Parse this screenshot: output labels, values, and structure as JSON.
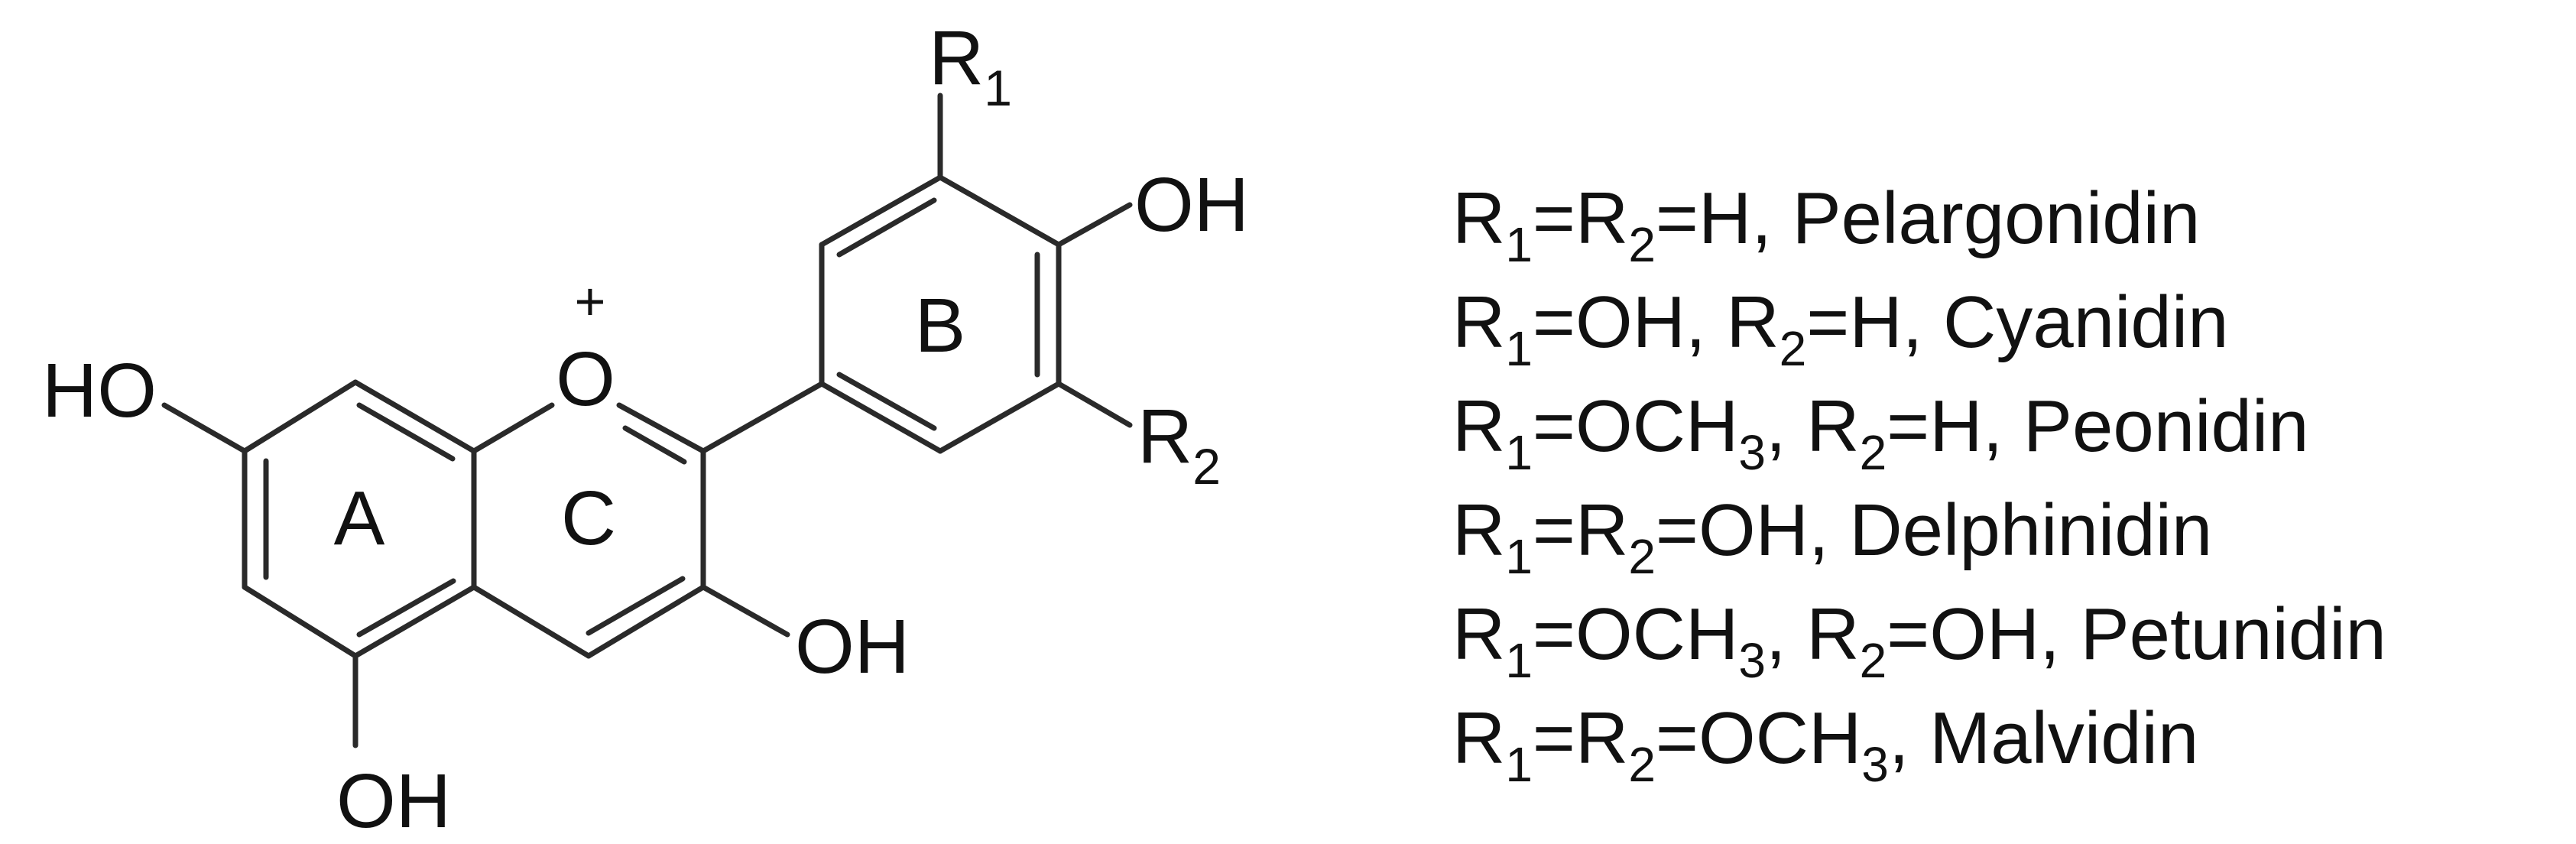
{
  "structure": {
    "ring_labels": {
      "a": "A",
      "b": "B",
      "c": "C"
    },
    "atoms": {
      "ring_oxygen": "O",
      "charge": "+",
      "oh_7": "HO",
      "oh_5": "OH",
      "oh_3": "OH",
      "oh_4p": "OH",
      "r1": "R",
      "r1_sub": "1",
      "r2": "R",
      "r2_sub": "2"
    }
  },
  "legend": [
    {
      "text": "R1=R2=H, Pelargonidin",
      "parts": [
        "R",
        "1",
        "=R",
        "2",
        "=H, Pelargonidin"
      ]
    },
    {
      "text": "R1=OH, R2=H, Cyanidin",
      "parts": [
        "R",
        "1",
        "=OH, R",
        "2",
        "=H, Cyanidin"
      ]
    },
    {
      "text": "R1=OCH3, R2=H, Peonidin",
      "parts": [
        "R",
        "1",
        "=OCH",
        "3",
        ", R",
        "2",
        "=H, Peonidin"
      ]
    },
    {
      "text": "R1=R2=OH, Delphinidin",
      "parts": [
        "R",
        "1",
        "=R",
        "2",
        "=OH, Delphinidin"
      ]
    },
    {
      "text": "R1=OCH3, R2=OH, Petunidin",
      "parts": [
        "R",
        "1",
        "=OCH",
        "3",
        ", R",
        "2",
        "=OH, Petunidin"
      ]
    },
    {
      "text": "R1=R2=OCH3, Malvidin",
      "parts": [
        "R",
        "1",
        "=R",
        "2",
        "=OCH",
        "3",
        ", Malvidin"
      ]
    }
  ]
}
